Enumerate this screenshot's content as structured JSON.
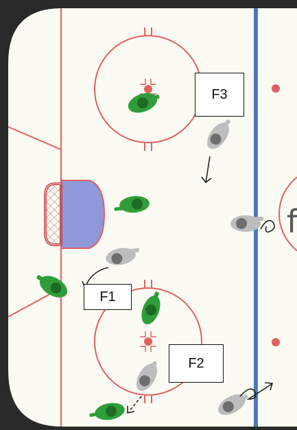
{
  "labels": {
    "f3": "F3",
    "f1": "F1",
    "f2": "F2"
  },
  "center_logo_glyph": "f",
  "colors": {
    "ice": "#fbfbf3",
    "boards": "#2a2a2a",
    "red_line": "#e06060",
    "blue_line": "#4a7ab8",
    "crease": "#8f98d8",
    "team_green": "#2f9e3a",
    "team_grey": "#a8a8a8"
  }
}
